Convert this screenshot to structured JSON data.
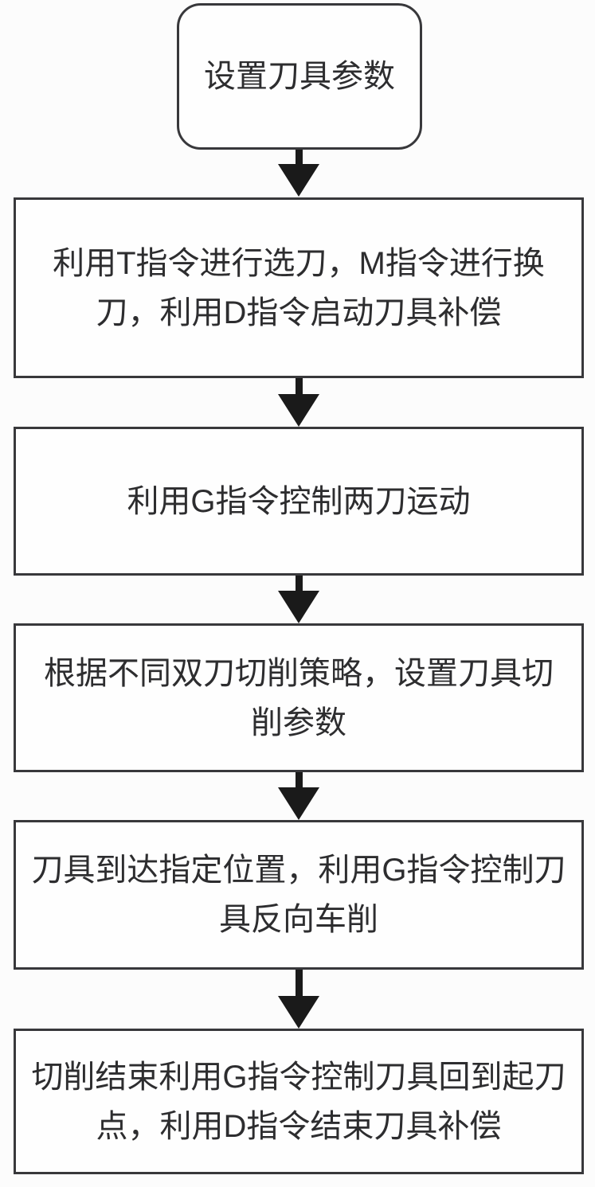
{
  "flow": {
    "type": "flowchart",
    "direction": "top-down",
    "nodes": [
      {
        "id": "start",
        "shape": "rounded-rect",
        "text": "设置刀具参数"
      },
      {
        "id": "tool-select-compensation",
        "shape": "rect",
        "text": "利用T指令进行选刀，M指令进行换\n刀，利用D指令启动刀具补偿"
      },
      {
        "id": "control-two-tools",
        "shape": "rect",
        "text": "利用G指令控制两刀运动"
      },
      {
        "id": "set-cutting-params",
        "shape": "rect",
        "text": "根据不同双刀切削策略，设置刀具切\n削参数"
      },
      {
        "id": "reverse-turning",
        "shape": "rect",
        "text": "刀具到达指定位置，利用G指令控制刀\n具反向车削"
      },
      {
        "id": "end-compensation",
        "shape": "rect",
        "text": "切削结束利用G指令控制刀具回到起刀\n点，利用D指令结束刀具补偿"
      }
    ],
    "connectors": [
      {
        "from": "start",
        "to": "tool-select-compensation",
        "icon": "down-arrow-icon"
      },
      {
        "from": "tool-select-compensation",
        "to": "control-two-tools",
        "icon": "down-arrow-icon"
      },
      {
        "from": "control-two-tools",
        "to": "set-cutting-params",
        "icon": "down-arrow-icon"
      },
      {
        "from": "set-cutting-params",
        "to": "reverse-turning",
        "icon": "down-arrow-icon"
      },
      {
        "from": "reverse-turning",
        "to": "end-compensation",
        "icon": "down-arrow-icon"
      }
    ]
  },
  "colors": {
    "background": "#fcfcfc",
    "border": "#38383b",
    "text": "#2d2d2f",
    "arrow": "#1a1a1a",
    "nodefill": "#fefefe"
  }
}
